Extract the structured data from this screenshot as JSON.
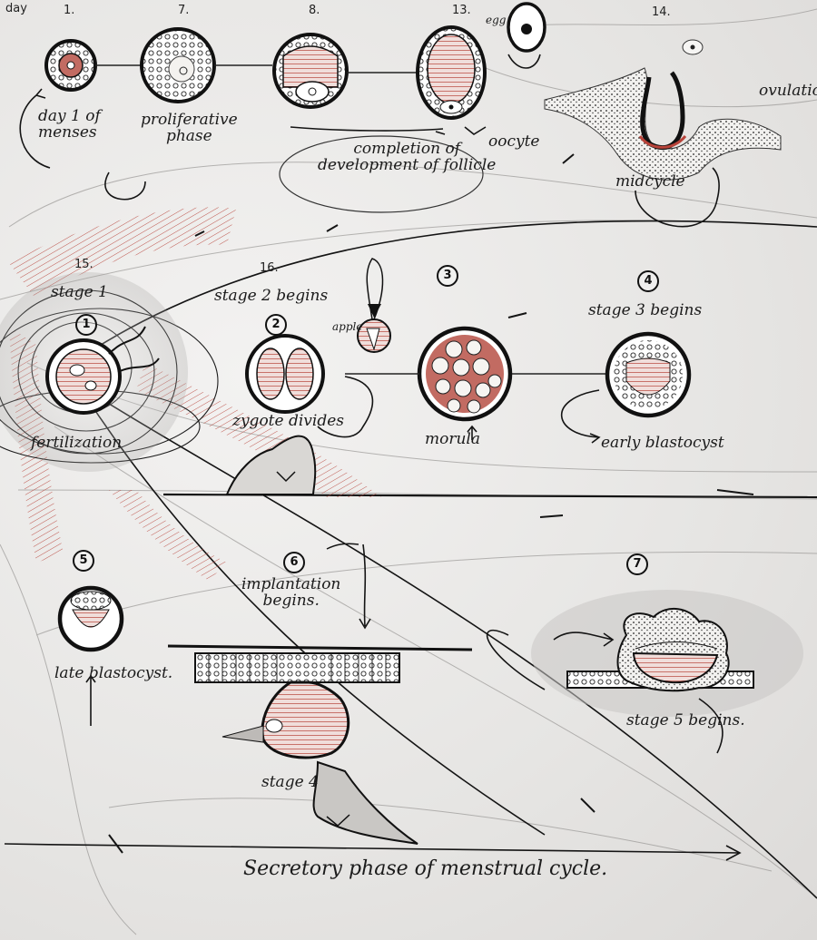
{
  "day_numbers": {
    "day": "day",
    "d1": "1.",
    "d7": "7.",
    "d8": "8.",
    "d13": "13.",
    "d14": "14.",
    "d15": "15.",
    "d16": "16."
  },
  "labels": {
    "day1_of_menses": "day 1 of\nmenses",
    "proliferative_phase": "proliferative\nphase",
    "completion": "completion of\ndevelopment of follicle",
    "oocyte": "oocyte",
    "egg": "egg",
    "ovulation": "ovulatio",
    "midcycle": "midcycle",
    "stage1": "stage 1",
    "stage2": "stage 2 begins",
    "apple": "apple",
    "fertilization": "fertilization",
    "zygote_divides": "zygote divides",
    "morula": "morula",
    "stage3": "stage 3 begins",
    "early_blastocyst": "early blastocyst",
    "late_blastocyst": "late blastocyst.",
    "implantation": "implantation\nbegins.",
    "stage4": "stage 4",
    "stage5": "stage 5 begins.",
    "secretory": "Secretory phase of menstrual cycle."
  },
  "circled_numbers": [
    "1",
    "2",
    "3",
    "4",
    "5",
    "6",
    "7"
  ],
  "colors": {
    "ink": "#141414",
    "red": "#b8433a",
    "pencil": "#8a8886",
    "paper": "#ecebea"
  }
}
